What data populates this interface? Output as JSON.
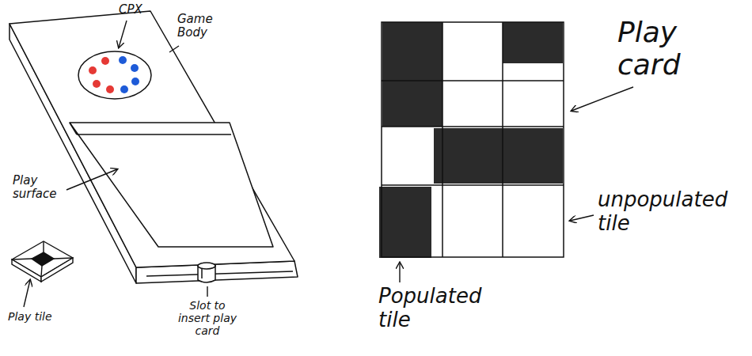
{
  "diagram": {
    "labels": [
      "CPX",
      "Game Body",
      "Play surface",
      "Play tile",
      "Slot to insert play card",
      "Play card",
      "unpopulated tile",
      "Populated tile"
    ]
  }
}
